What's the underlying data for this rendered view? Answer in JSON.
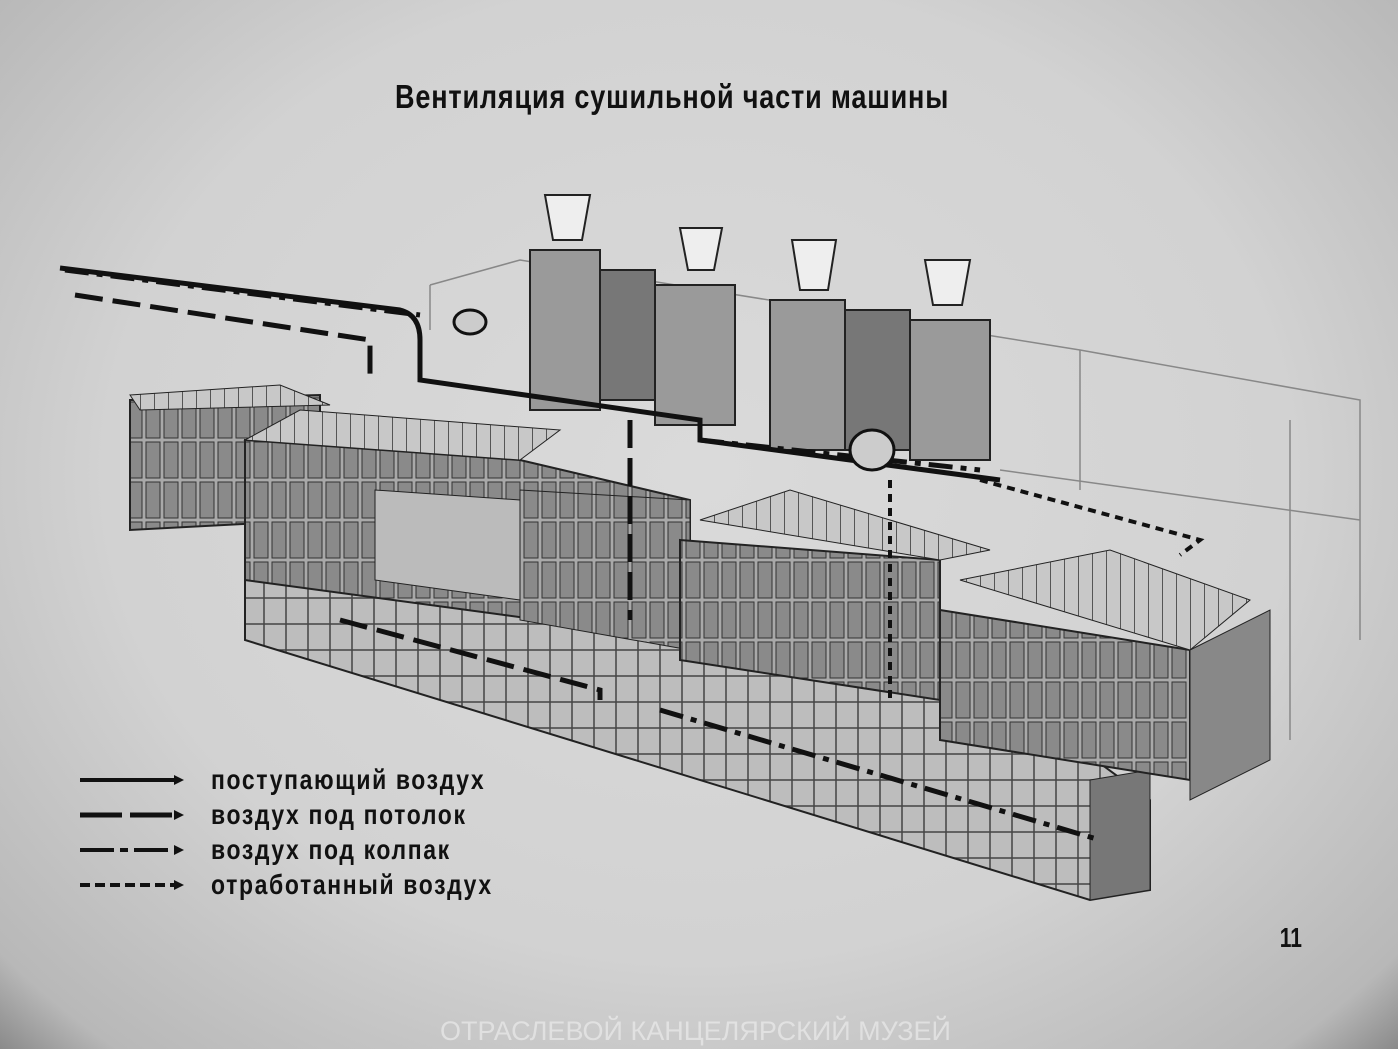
{
  "title": "Вентиляция сушильной части машины",
  "legend": [
    {
      "label": "поступающий воздух",
      "line_style": "solid"
    },
    {
      "label": "воздух под потолок",
      "line_style": "long-dash"
    },
    {
      "label": "воздух под колпак",
      "line_style": "dash-dot"
    },
    {
      "label": "отработанный воздух",
      "line_style": "short-dash"
    }
  ],
  "page_number": "11",
  "watermark": "ОТРАСЛЕВОЙ КАНЦЕЛЯРСКИЙ МУЗЕЙ",
  "colors": {
    "background": "#d4d4d4",
    "ink": "#111111"
  }
}
